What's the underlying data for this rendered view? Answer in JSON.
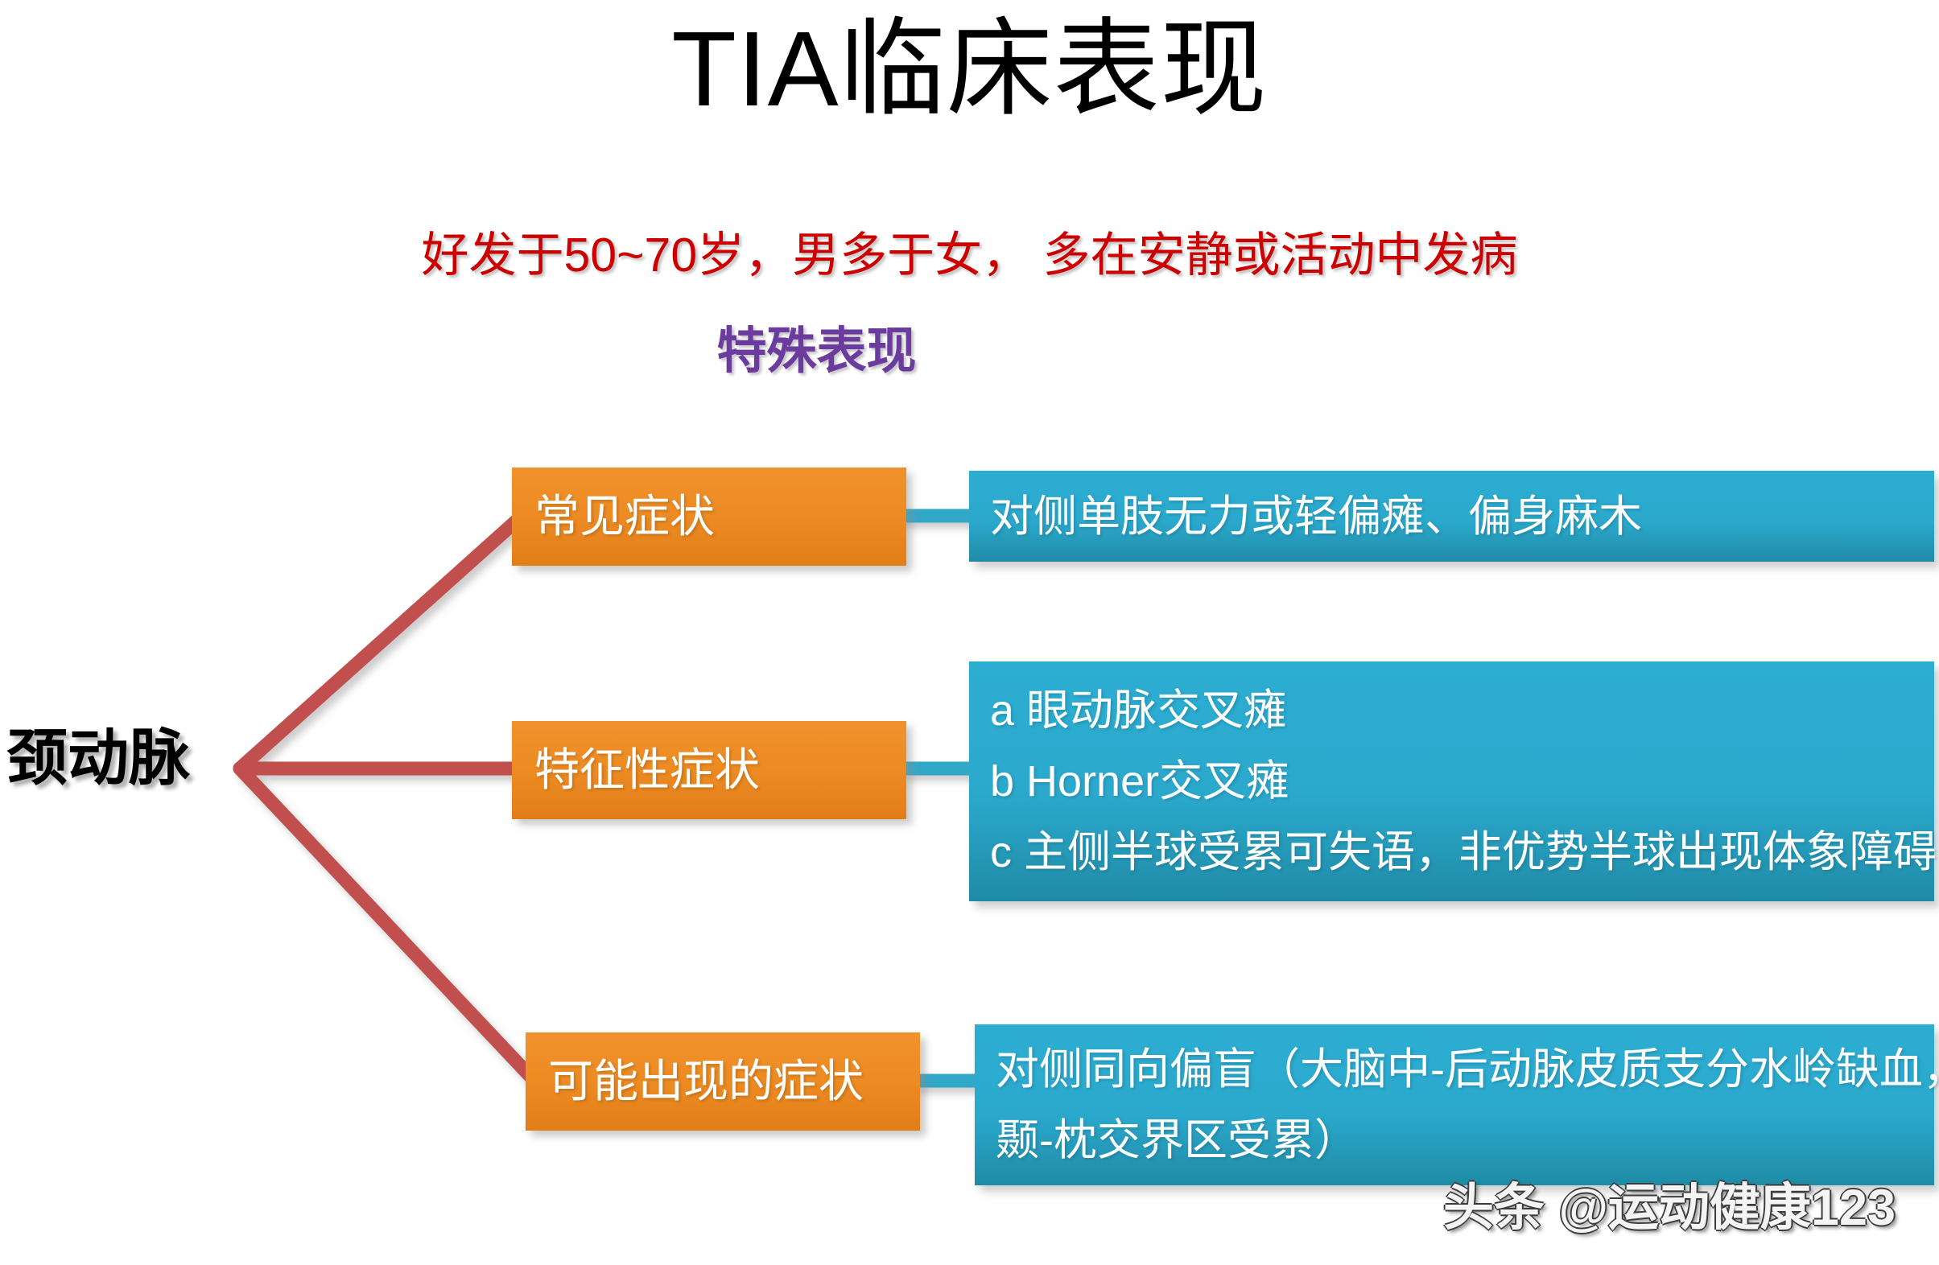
{
  "slide": {
    "title": "TIA临床表现",
    "subtitle_red": "好发于50~70岁，男多于女， 多在安静或活动中发病",
    "subtitle_purple": "特殊表现",
    "watermark": "头条 @运动健康123",
    "colors": {
      "title": "#000000",
      "subtitle_red": "#cc0000",
      "subtitle_purple": "#6c3b9e",
      "orange_box": "#ee8b23",
      "blue_box": "#2ba9cd",
      "red_connector": "#c0504d",
      "cyan_connector": "#31a8c9",
      "background": "#ffffff"
    }
  },
  "diagram": {
    "root": {
      "label": "颈动脉"
    },
    "branches": [
      {
        "category": "常见症状",
        "detail_lines": [
          "对侧单肢无力或轻偏瘫、偏身麻木"
        ]
      },
      {
        "category": "特征性症状",
        "detail_lines": [
          "a 眼动脉交叉瘫",
          "b Horner交叉瘫",
          "c 主侧半球受累可失语，非优势半球出现体象障碍"
        ]
      },
      {
        "category": "可能出现的症状",
        "detail_lines": [
          "对侧同向偏盲（大脑中-后动脉皮质支分水岭缺血，",
          "颞-枕交界区受累）"
        ]
      }
    ]
  }
}
